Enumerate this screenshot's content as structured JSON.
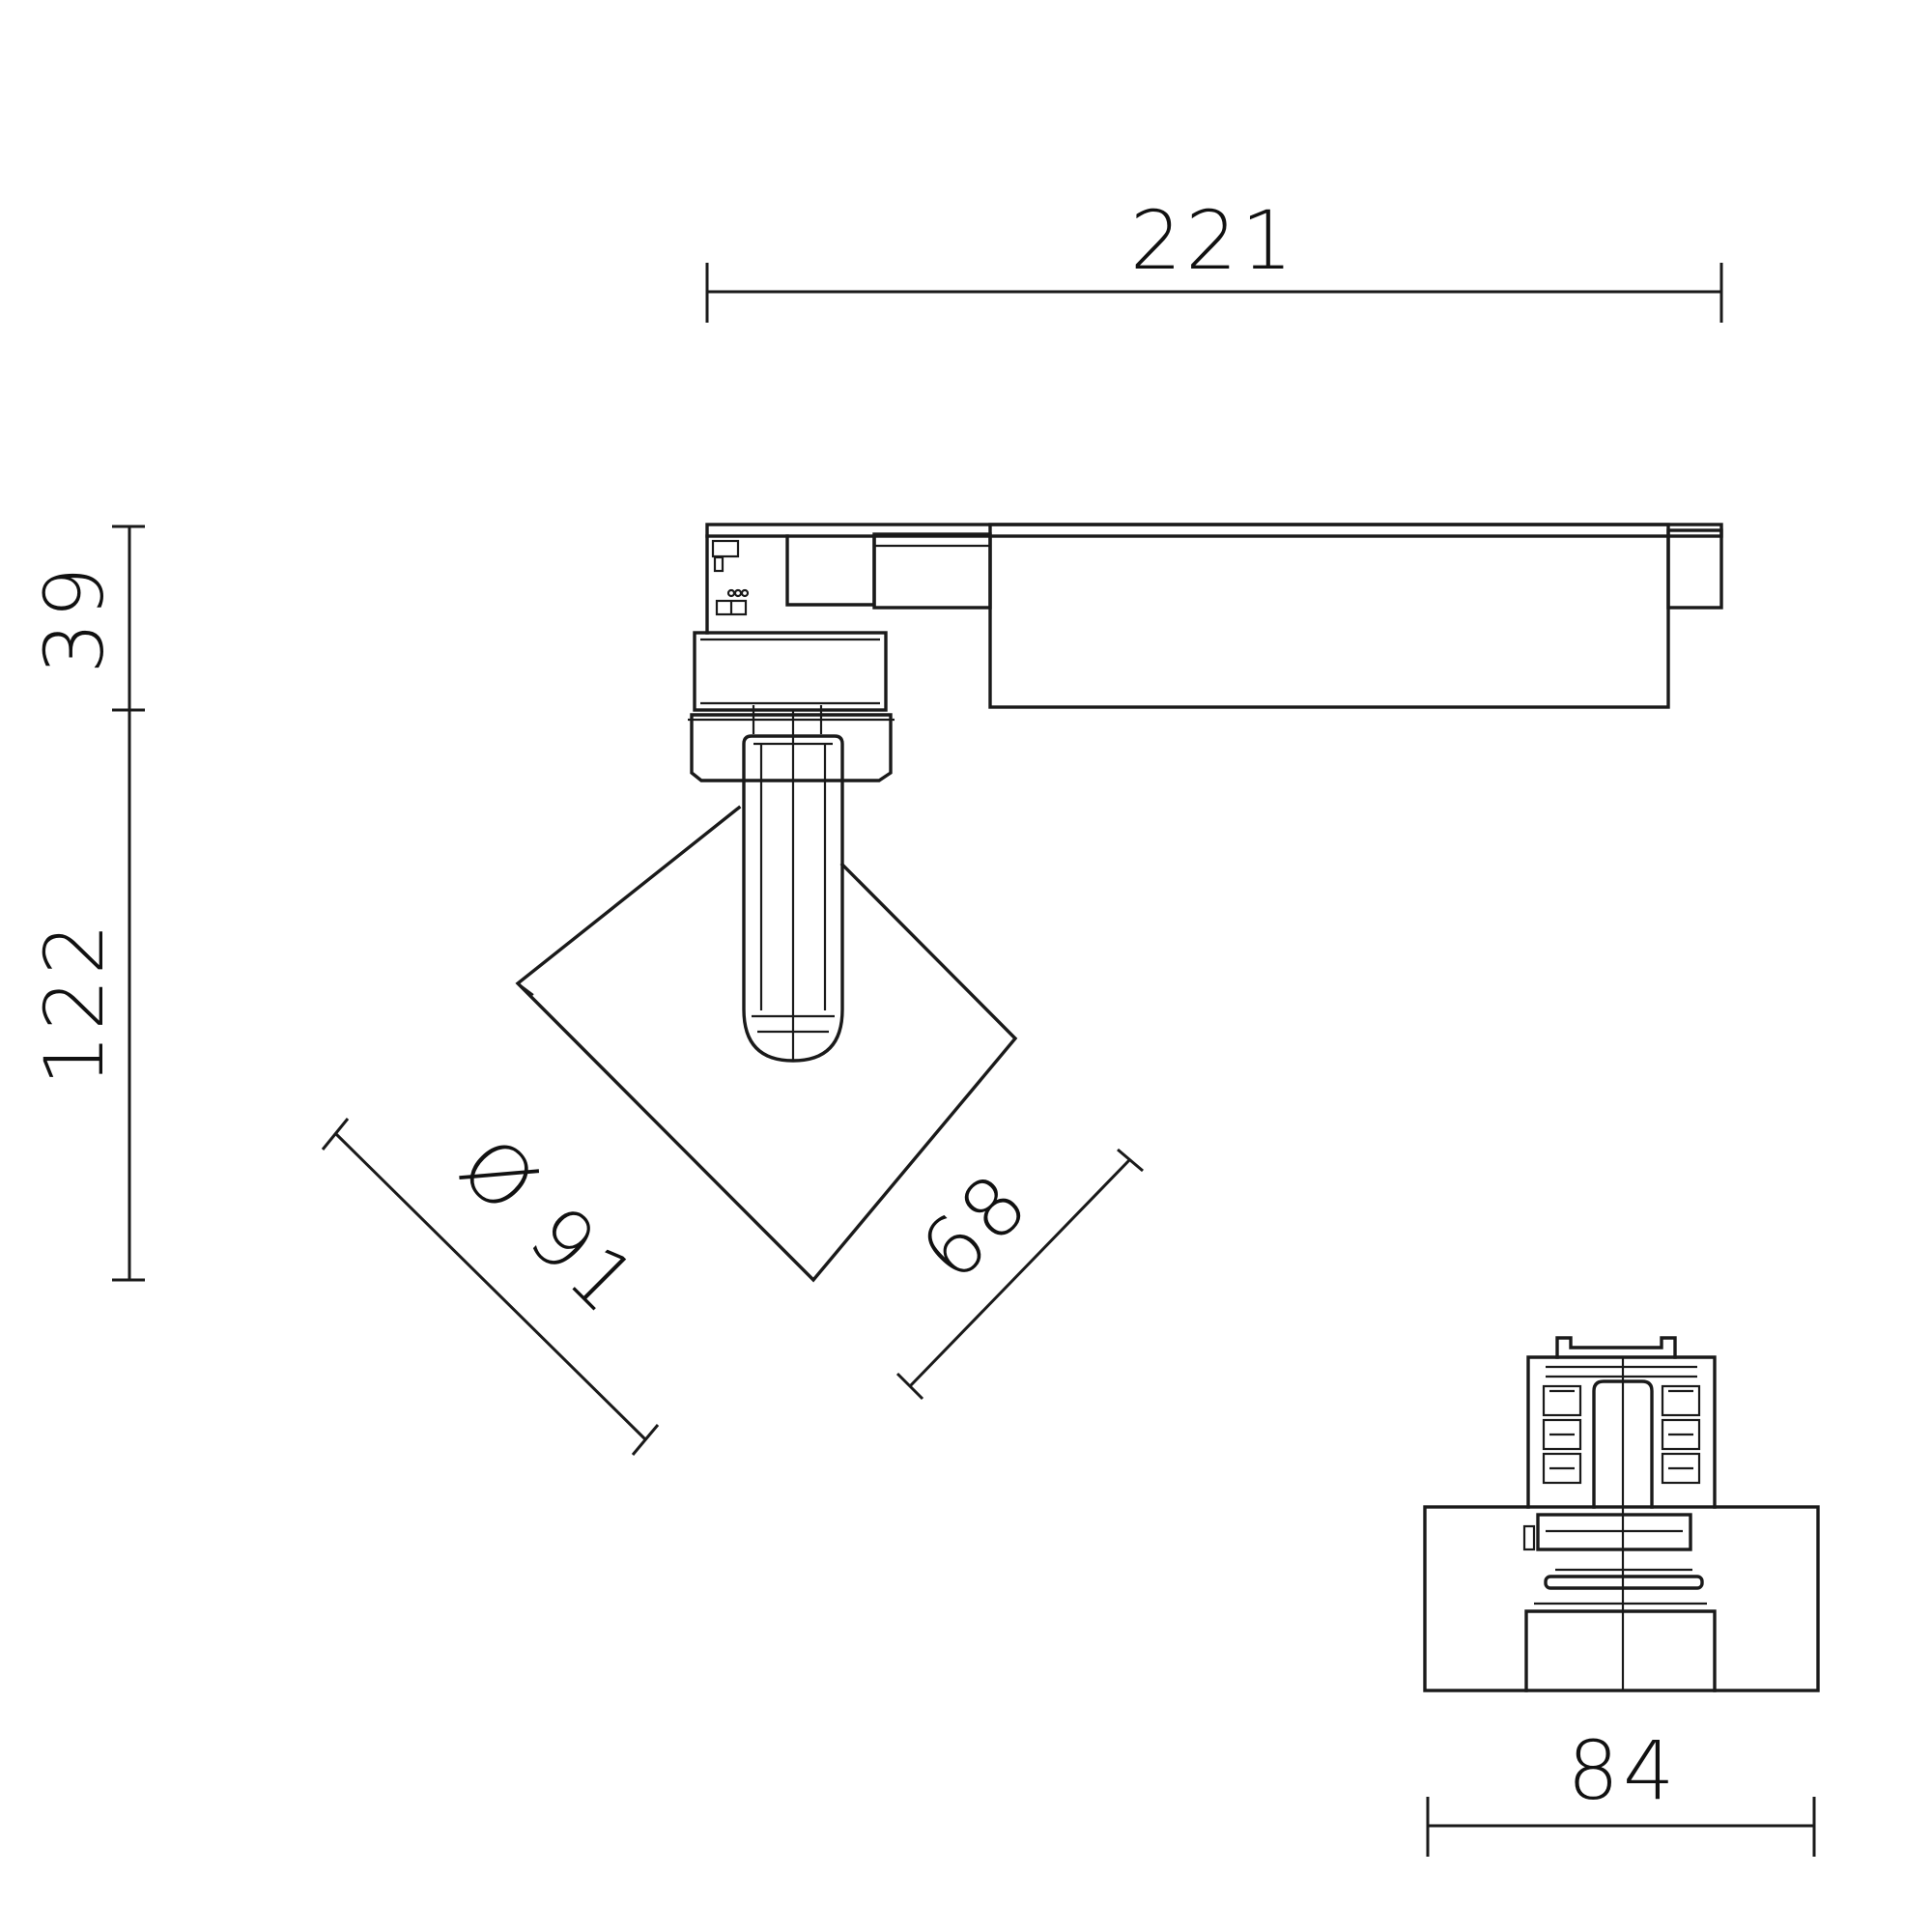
{
  "dimensions": {
    "overall_length": "221",
    "top_height": "39",
    "body_height": "122",
    "head_diameter": "Ø 91",
    "head_depth": "68",
    "front_width": "84"
  },
  "colors": {
    "line": "#1a1a1a",
    "background": "#ffffff"
  }
}
